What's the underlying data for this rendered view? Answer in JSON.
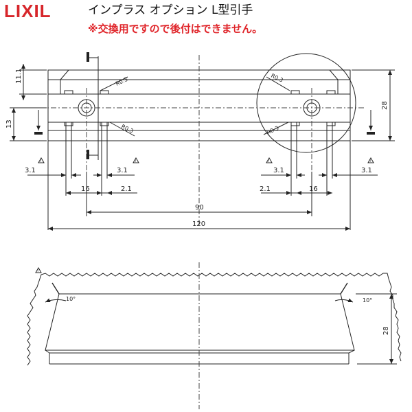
{
  "header": {
    "brand": "LIXIL",
    "title": "インプラス オプション L型引手",
    "notice": "※交換用ですので後付はできません。"
  },
  "colors": {
    "brand_red": "#d7262b",
    "notice_red": "#e0262b",
    "line": "#222222",
    "dim": "#333333"
  },
  "plan": {
    "dim_top_offset": "11.1",
    "dim_height_13": "13",
    "dim_height_28": "28",
    "radius_label": "R0.3",
    "dim_3_1": "3.1",
    "dim_16": "16",
    "dim_2_1": "2.1",
    "dim_90": "90",
    "dim_120": "120",
    "tri_mark": "!"
  },
  "section": {
    "angle_label": "10°",
    "dim_height_28": "28",
    "tri_mark": "!"
  }
}
